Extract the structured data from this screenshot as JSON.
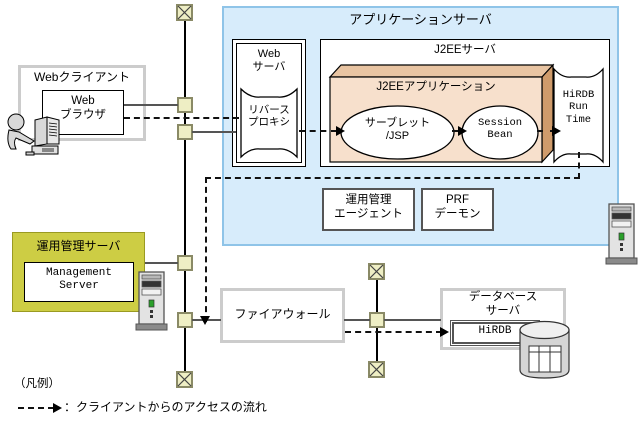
{
  "diagram": {
    "title_hidden": "",
    "app_server": {
      "label": "アプリケーションサーバ",
      "web_server": {
        "label": "Web\nサーバ",
        "reverse_proxy": "リバース\nプロキシ"
      },
      "j2ee_server": {
        "label": "J2EEサーバ",
        "j2ee_application": {
          "label": "J2EEアプリケーション",
          "servlet": "サーブレット\n/JSP",
          "session_bean": "Session\nBean"
        },
        "hirdb_runtime": "HiRDB\nRun\nTime"
      },
      "ops_agent": "運用管理\nエージェント",
      "prf_daemon": "PRF\nデーモン"
    },
    "web_client": {
      "label": "Webクライアント",
      "browser": "Web\nブラウザ"
    },
    "management_server": {
      "label": "運用管理サーバ",
      "inner": "Management\nServer"
    },
    "firewall": {
      "label": "ファイアウォール"
    },
    "database_server": {
      "label": "データベース\nサーバ",
      "hirdb": "HiRDB"
    },
    "legend": {
      "title": "（凡例）",
      "flow_label": "：クライアントからのアクセスの流れ",
      "dash_sample": "-----"
    },
    "icons": {
      "user_workstation": "user-at-computer-icon",
      "server_tower": "server-tower-icon",
      "database_cylinder": "database-cylinder-icon",
      "network_terminator": "network-terminator-icon",
      "network_node": "network-node-icon"
    },
    "colors": {
      "app_server_fill": "#d7ecfb",
      "app_server_border": "#8fc4e8",
      "j2ee_app_fill": "#f7e0cc",
      "j2ee_app_side": "#cf9b6b",
      "management_server_fill": "#cdcd44",
      "node_fill": "#eeeec4",
      "node_border": "#8a8a66",
      "gray_border": "#cccccc",
      "line": "#555555"
    }
  }
}
